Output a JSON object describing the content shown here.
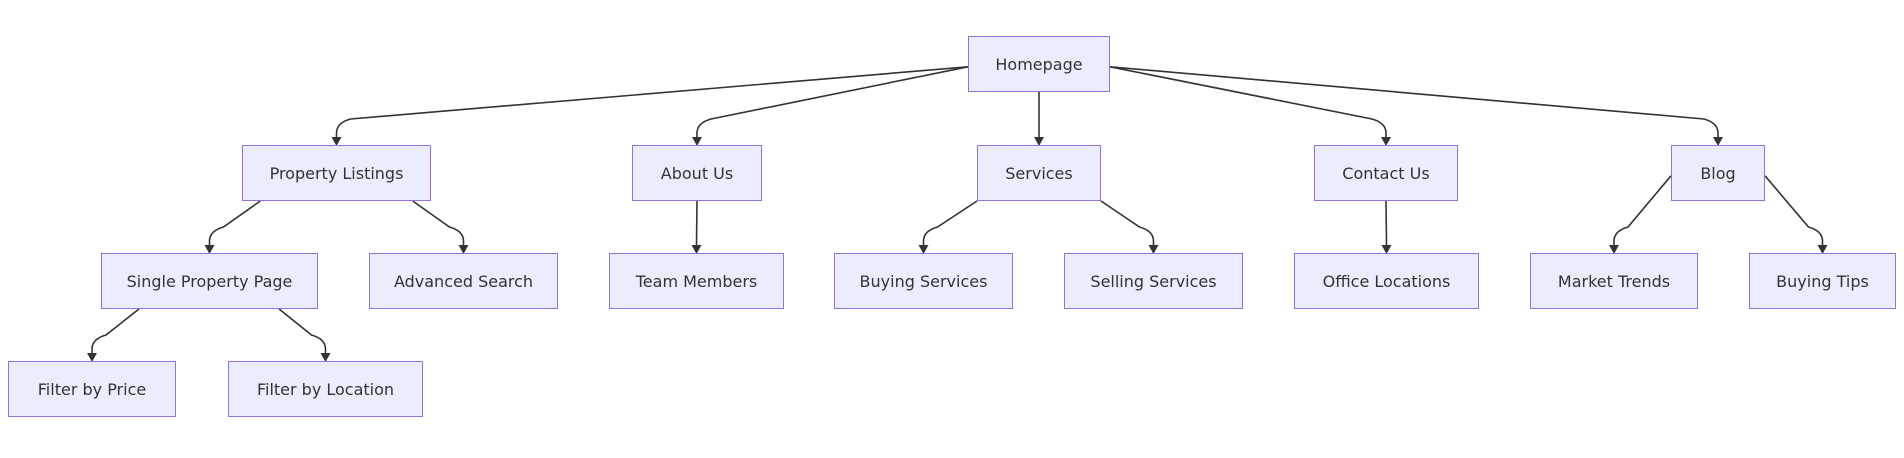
{
  "diagram": {
    "type": "flowchart-tree",
    "colors": {
      "node_fill": "#ececff",
      "node_border": "#9370db",
      "text": "#333333",
      "edge": "#333333"
    },
    "nodes": [
      {
        "id": "homepage",
        "label": "Homepage"
      },
      {
        "id": "property_listings",
        "label": "Property Listings"
      },
      {
        "id": "about_us",
        "label": "About Us"
      },
      {
        "id": "services",
        "label": "Services"
      },
      {
        "id": "contact_us",
        "label": "Contact Us"
      },
      {
        "id": "blog",
        "label": "Blog"
      },
      {
        "id": "single_property_page",
        "label": "Single Property Page"
      },
      {
        "id": "advanced_search",
        "label": "Advanced Search"
      },
      {
        "id": "team_members",
        "label": "Team Members"
      },
      {
        "id": "buying_services",
        "label": "Buying Services"
      },
      {
        "id": "selling_services",
        "label": "Selling Services"
      },
      {
        "id": "office_locations",
        "label": "Office Locations"
      },
      {
        "id": "market_trends",
        "label": "Market Trends"
      },
      {
        "id": "buying_tips",
        "label": "Buying Tips"
      },
      {
        "id": "filter_by_price",
        "label": "Filter by Price"
      },
      {
        "id": "filter_by_location",
        "label": "Filter by Location"
      }
    ],
    "edges": [
      {
        "from": "homepage",
        "to": "property_listings"
      },
      {
        "from": "homepage",
        "to": "about_us"
      },
      {
        "from": "homepage",
        "to": "services"
      },
      {
        "from": "homepage",
        "to": "contact_us"
      },
      {
        "from": "homepage",
        "to": "blog"
      },
      {
        "from": "property_listings",
        "to": "single_property_page"
      },
      {
        "from": "property_listings",
        "to": "advanced_search"
      },
      {
        "from": "about_us",
        "to": "team_members"
      },
      {
        "from": "services",
        "to": "buying_services"
      },
      {
        "from": "services",
        "to": "selling_services"
      },
      {
        "from": "contact_us",
        "to": "office_locations"
      },
      {
        "from": "blog",
        "to": "market_trends"
      },
      {
        "from": "blog",
        "to": "buying_tips"
      },
      {
        "from": "single_property_page",
        "to": "filter_by_price"
      },
      {
        "from": "single_property_page",
        "to": "filter_by_location"
      }
    ]
  }
}
